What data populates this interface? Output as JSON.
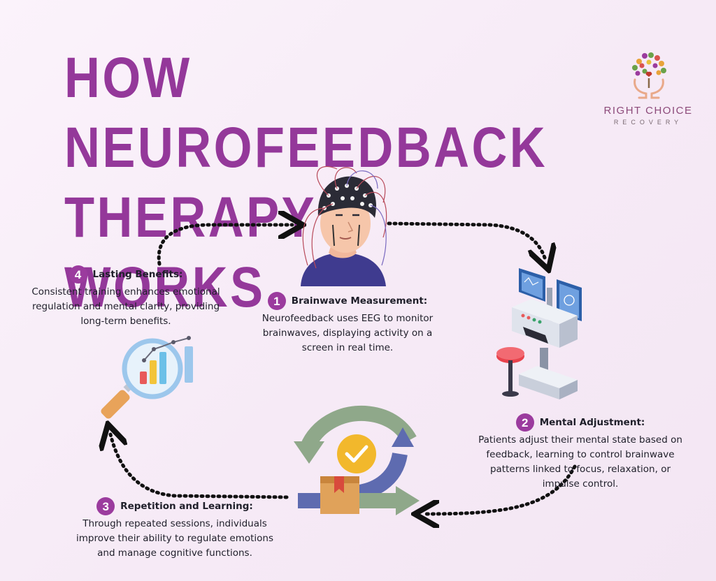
{
  "title": {
    "line1": "HOW NEUROFEEDBACK",
    "line2": "THERAPY WORKS"
  },
  "logo": {
    "name": "RIGHT CHOICE",
    "subtitle": "RECOVERY"
  },
  "steps": [
    {
      "number": "1",
      "title": "Brainwave Measurement:",
      "text": "Neurofeedback uses EEG to monitor brainwaves, displaying activity on a screen in real time.",
      "illustration": "eeg-cap-person"
    },
    {
      "number": "2",
      "title": "Mental Adjustment:",
      "text": "Patients adjust their mental state based on feedback, learning to control brainwave patterns linked to focus, relaxation, or impulse control.",
      "illustration": "computer-workstation"
    },
    {
      "number": "3",
      "title": "Repetition and Learning:",
      "text": "Through repeated sessions, individuals improve their ability to regulate emotions and manage cognitive functions.",
      "illustration": "cycle-arrows-box-check"
    },
    {
      "number": "4",
      "title": "Lasting Benefits:",
      "text": "Consistent training enhances emotional regulation and mental clarity, providing long-term benefits.",
      "illustration": "magnifier-chart"
    }
  ],
  "colors": {
    "title": "#94389a",
    "badge": "#9b3b9e",
    "background": "#f8eef8",
    "arrow": "#111111"
  }
}
